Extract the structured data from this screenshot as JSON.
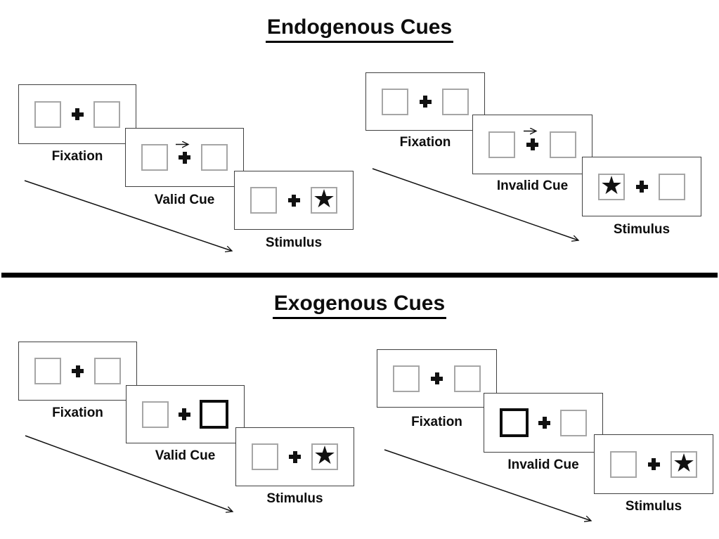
{
  "icons": {
    "star_glyph": "★",
    "fixation_cross": "heavy-plus",
    "cue_arrow": "right-arrow",
    "sequence_arrow": "diagonal-down-right-arrow"
  },
  "colors": {
    "background": "#ffffff",
    "panel_border": "#404040",
    "box_border_gray": "#a6a6a6",
    "box_border_bold": "#0d0d0d",
    "ink": "#000000"
  },
  "sections": [
    {
      "title": "Endogenous Cues",
      "sequences": [
        {
          "name": "endogenous-valid",
          "panels": [
            {
              "label": "Fixation",
              "left_box": "plain",
              "right_box": "plain",
              "cue_arrow": false
            },
            {
              "label": "Valid Cue",
              "left_box": "plain",
              "right_box": "plain",
              "cue_arrow": true
            },
            {
              "label": "Stimulus",
              "left_box": "plain",
              "right_box": "star",
              "cue_arrow": false
            }
          ]
        },
        {
          "name": "endogenous-invalid",
          "panels": [
            {
              "label": "Fixation",
              "left_box": "plain",
              "right_box": "plain",
              "cue_arrow": false
            },
            {
              "label": "Invalid Cue",
              "left_box": "plain",
              "right_box": "plain",
              "cue_arrow": true
            },
            {
              "label": "Stimulus",
              "left_box": "star",
              "right_box": "plain",
              "cue_arrow": false
            }
          ]
        }
      ]
    },
    {
      "title": "Exogenous Cues",
      "sequences": [
        {
          "name": "exogenous-valid",
          "panels": [
            {
              "label": "Fixation",
              "left_box": "plain",
              "right_box": "plain",
              "cue_arrow": false
            },
            {
              "label": "Valid Cue",
              "left_box": "plain",
              "right_box": "bold",
              "cue_arrow": false
            },
            {
              "label": "Stimulus",
              "left_box": "plain",
              "right_box": "star",
              "cue_arrow": false
            }
          ]
        },
        {
          "name": "exogenous-invalid",
          "panels": [
            {
              "label": "Fixation",
              "left_box": "plain",
              "right_box": "plain",
              "cue_arrow": false
            },
            {
              "label": "Invalid Cue",
              "left_box": "bold",
              "right_box": "plain",
              "cue_arrow": false
            },
            {
              "label": "Stimulus",
              "left_box": "plain",
              "right_box": "star",
              "cue_arrow": false
            }
          ]
        }
      ]
    }
  ]
}
